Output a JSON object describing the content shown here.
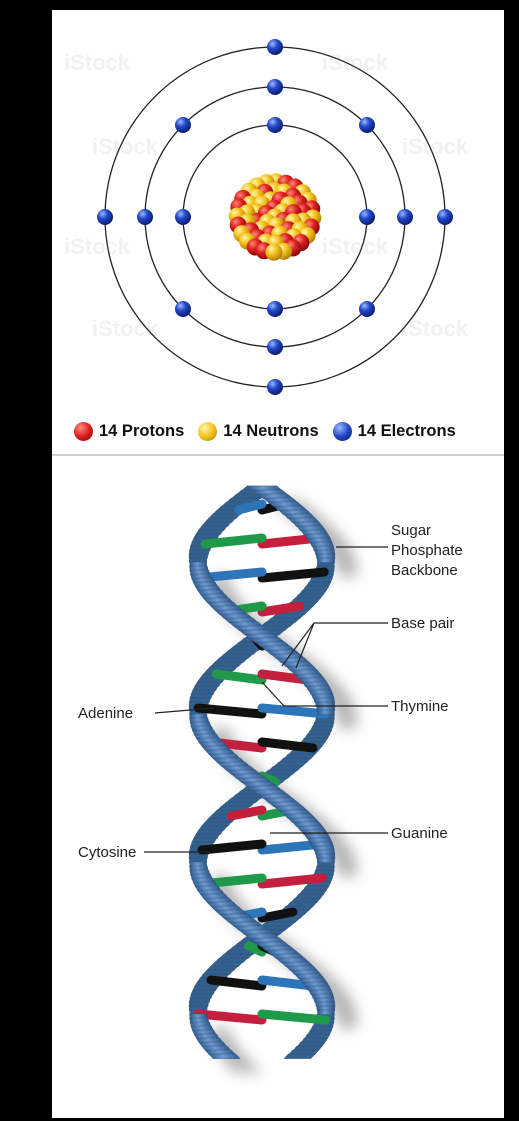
{
  "atom": {
    "legend": [
      {
        "label": "14 Protons",
        "color": "#d81e1e"
      },
      {
        "label": "14 Neutrons",
        "color": "#f2c21a"
      },
      {
        "label": "14 Electrons",
        "color": "#2146c7"
      }
    ],
    "watermark_text": "iStock"
  },
  "dna": {
    "labels": {
      "sugar_phosphate_backbone": [
        "Sugar",
        "Phosphate",
        "Backbone"
      ],
      "base_pair": "Base pair",
      "adenine": "Adenine",
      "thymine": "Thymine",
      "cytosine": "Cytosine",
      "guanine": "Guanine"
    },
    "colors": {
      "strand": "#3f6fa3",
      "adenine": "#1f9a4a",
      "thymine": "#c4203d",
      "cytosine": "#2d74b8",
      "guanine": "#111111"
    }
  }
}
